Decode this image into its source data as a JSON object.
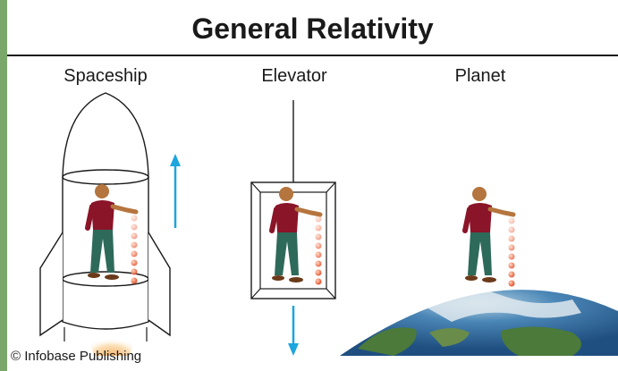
{
  "title": "General Relativity",
  "panels": [
    {
      "label": "Spaceship"
    },
    {
      "label": "Elevator"
    },
    {
      "label": "Planet"
    }
  ],
  "credit": "© Infobase Publishing",
  "colors": {
    "border_green": "#7aa86a",
    "arrow_blue": "#1ca6dd",
    "shirt": "#8a1428",
    "pants": "#2e6a5a",
    "ball": "#e8603a",
    "ocean": "#2f6aa0",
    "land": "#4b7a3a"
  }
}
